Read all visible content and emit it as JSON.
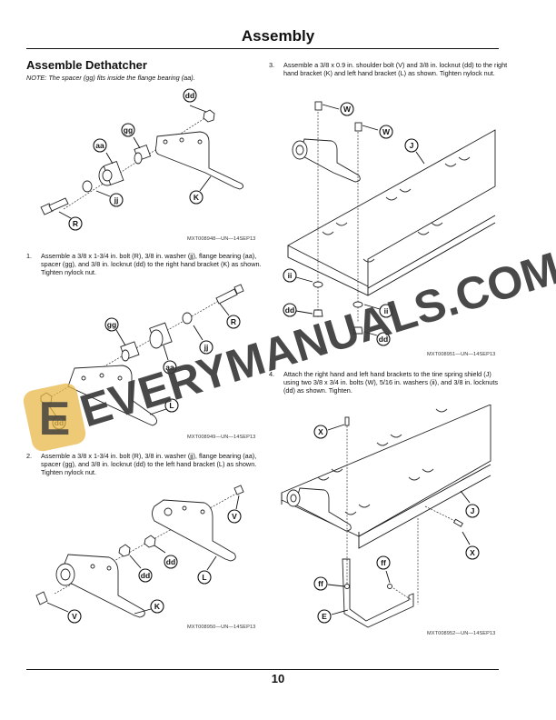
{
  "header": {
    "title": "Assembly"
  },
  "section": {
    "title": "Assemble Dethatcher",
    "note": "NOTE: The spacer (gg) fits inside the flange bearing (aa)."
  },
  "steps": [
    {
      "number": "1.",
      "text": "Assemble a 3/8 x 1-3/4 in. bolt (R), 3/8 in. washer (jj), flange bearing (aa), spacer (gg), and 3/8 in. locknut (dd) to the right hand bracket (K) as shown. Tighten nylock nut."
    },
    {
      "number": "2.",
      "text": "Assemble a 3/8 x 1-3/4 in. bolt (R), 3/8 in. washer (jj), flange bearing (aa), spacer (gg), and 3/8 in. locknut (dd) to the left hand bracket (L) as shown. Tighten nylock nut."
    },
    {
      "number": "3.",
      "text": "Assemble a 3/8 x 0.9 in. shoulder bolt (V) and 3/8 in. locknut (dd) to the right hand bracket (K) and left hand bracket (L) as shown. Tighten nylock nut."
    },
    {
      "number": "4.",
      "text": "Attach the right hand and left hand brackets to the tine spring shield (J) using two 3/8 x 3/4 in. bolts (W), 5/16 in. washers (ii), and 3/8 in. locknuts (dd) as shown. Tighten."
    }
  ],
  "figures": [
    {
      "id": "MXT008948—UN—14SEP13",
      "callouts": [
        "dd",
        "gg",
        "aa",
        "jj",
        "R",
        "K"
      ]
    },
    {
      "id": "MXT008949—UN—14SEP13",
      "callouts": [
        "gg",
        "R",
        "jj",
        "aa",
        "L",
        "dd"
      ]
    },
    {
      "id": "MXT008950—UN—14SEP13",
      "callouts": [
        "V",
        "dd",
        "dd",
        "L",
        "K",
        "V"
      ]
    },
    {
      "id": "MXT008951—UN—14SEP13",
      "callouts": [
        "W",
        "W",
        "J",
        "ii",
        "dd",
        "ii",
        "dd"
      ]
    },
    {
      "id": "MXT008952—UN—14SEP13",
      "callouts": [
        "X",
        "J",
        "X",
        "ff",
        "ff",
        "E"
      ]
    }
  ],
  "watermark": {
    "text": "EVERYMANUALS.COM",
    "logo_letter": "E",
    "logo_color": "#e8b84a"
  },
  "footer": {
    "page_number": "10"
  }
}
